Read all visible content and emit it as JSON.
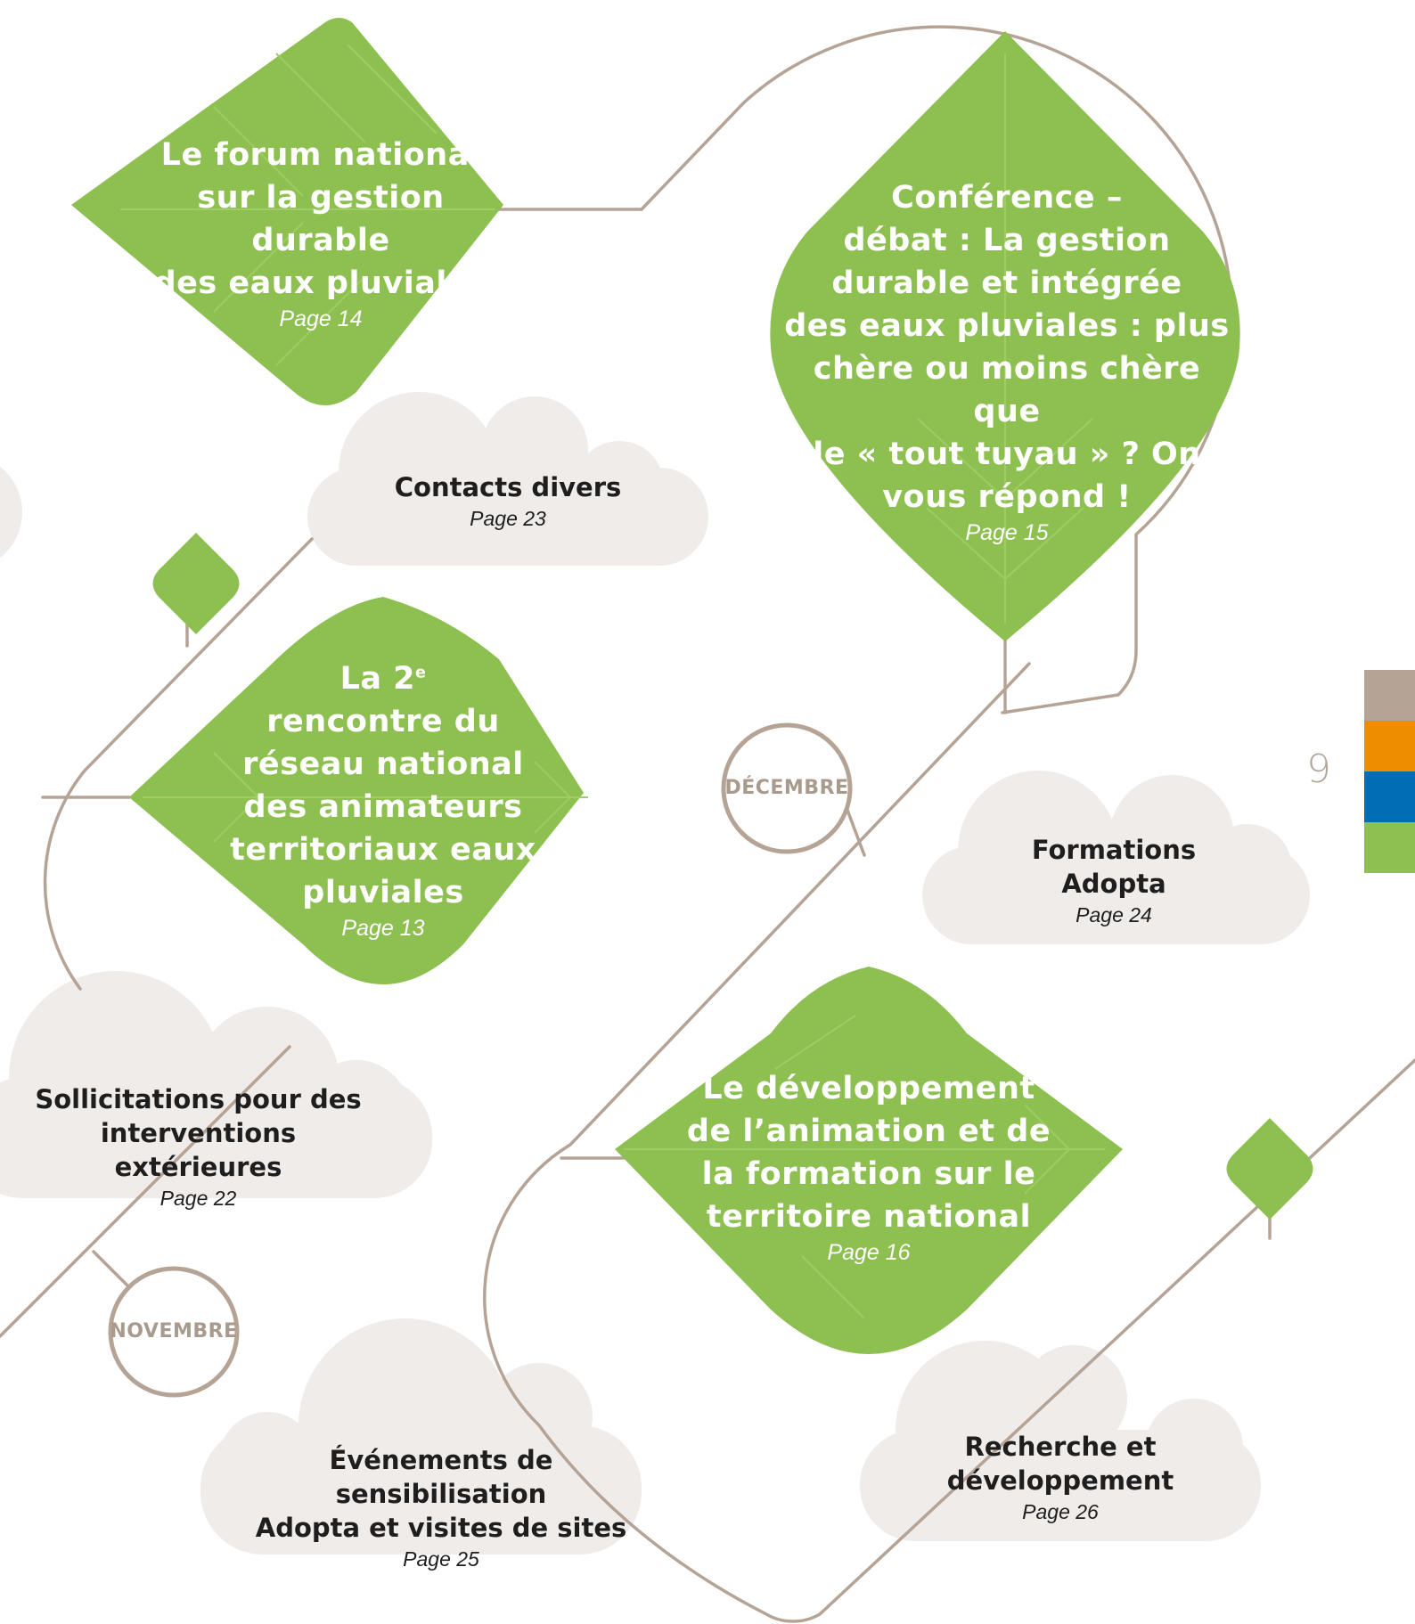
{
  "page_number": "9",
  "months": [
    "DÉCEMBRE",
    "NOVEMBRE"
  ],
  "leaves": [
    {
      "title_lines": [
        "Le forum national",
        "sur la gestion durable",
        "des eaux pluviales"
      ],
      "page": "Page 14"
    },
    {
      "title_lines": [
        "Conférence –",
        "débat : La gestion",
        "durable et intégrée",
        "des eaux pluviales : plus",
        "chère ou moins chère que",
        "le « tout tuyau » ? On",
        "vous répond !"
      ],
      "page": "Page 15"
    },
    {
      "title_lines": [
        "La 2",
        "rencontre du",
        "réseau national",
        "des animateurs",
        "territoriaux eaux",
        "pluviales"
      ],
      "title_sup": "e",
      "page": "Page 13"
    },
    {
      "title_lines": [
        "Le développement",
        "de l’animation et de",
        "la formation sur le",
        "territoire national"
      ],
      "page": "Page 16"
    }
  ],
  "clouds": [
    {
      "title_lines": [
        "Contacts divers"
      ],
      "page": "Page 23"
    },
    {
      "title_lines": [
        "Formations",
        "Adopta"
      ],
      "page": "Page 24"
    },
    {
      "title_lines": [
        "Sollicitations pour des",
        "interventions extérieures"
      ],
      "page": "Page 22"
    },
    {
      "title_lines": [
        "Événements de sensibilisation",
        "Adopta et visites de sites"
      ],
      "page": "Page 25"
    },
    {
      "title_lines": [
        "Recherche et",
        "développement"
      ],
      "page": "Page 26"
    }
  ],
  "colors": {
    "leaf_green": "#8dc050",
    "line_brown": "#b5a496",
    "cloud_grey": "#efecea",
    "tab_brown": "#b5a496",
    "tab_orange": "#ee8d00",
    "tab_blue": "#006db4",
    "tab_green": "#8dc050"
  }
}
